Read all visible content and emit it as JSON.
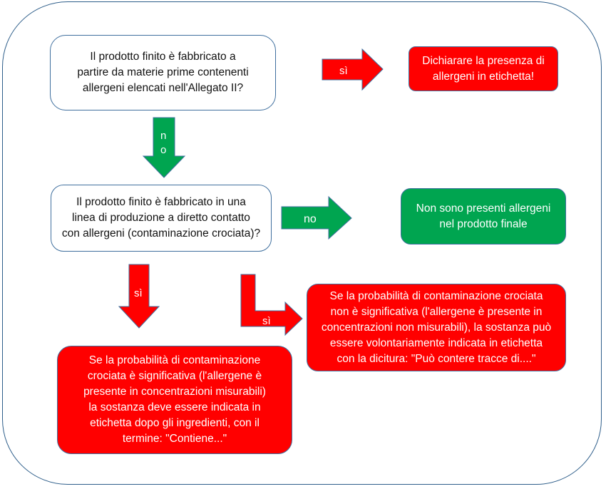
{
  "diagram": {
    "question1": "Il  prodotto finito è fabbricato a\npartire da materie prime contenenti\nallergeni elencati nell'Allegato II?",
    "result1_yes": "Dichiarare la presenza di\nallergeni in etichetta!",
    "question2": "Il prodotto finito è fabbricato in una\nlinea di produzione a diretto contatto\ncon allergeni (contaminazione crociata)?",
    "result2_no": "Non sono presenti allergeni\nnel prodotto finale",
    "result_not_significant": "Se la probabilità di contaminazione crociata\nnon è significativa (l'allergene è presente in\nconcentrazioni non misurabili), la sostanza può\nessere volontariamente indicata in etichetta\ncon la dicitura: \"Può contere tracce di....\"",
    "result_significant": "Se la probabilità di contaminazione\ncrociata è significativa (l'allergene è\npresente in concentrazioni misurabili)\nla sostanza deve essere indicata in\netichetta dopo gli ingredienti,  con il\ntermine: \"Contiene...\"",
    "arrow_labels": {
      "q1_yes": "sì",
      "q1_no_1": "n",
      "q1_no_2": "o",
      "q2_no": "no",
      "q2_yes_down": "sì",
      "q2_yes_right": "sì"
    },
    "colors": {
      "yes": "#ff0000",
      "no": "#00a550",
      "border": "#3f6f9e"
    }
  }
}
